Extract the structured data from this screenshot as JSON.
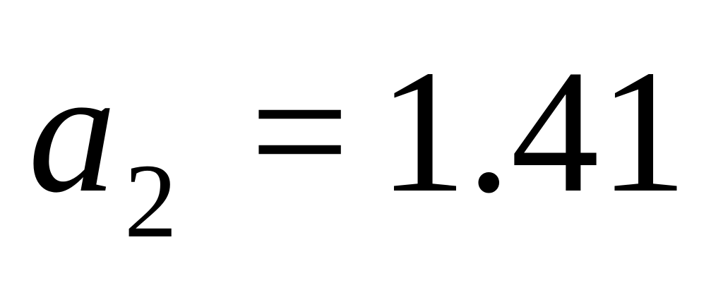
{
  "equation": {
    "variable": "a",
    "subscript": "2",
    "operator": "=",
    "value": "1.41",
    "text_color": "#000000",
    "background_color": "#ffffff"
  }
}
